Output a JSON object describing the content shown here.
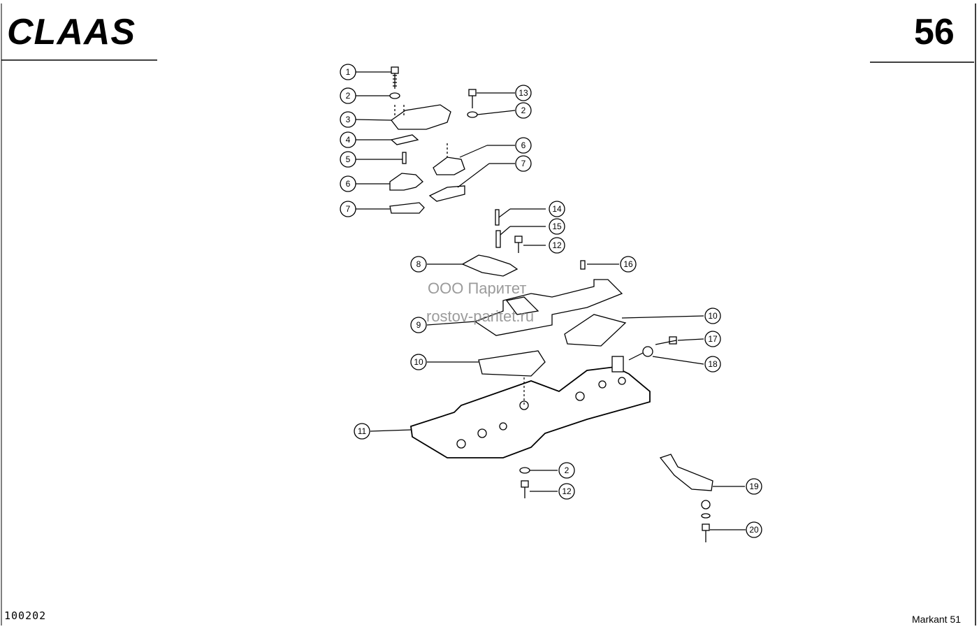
{
  "header": {
    "brand": "CLAAS",
    "page_number": "56"
  },
  "footer": {
    "doc_code": "100202",
    "model": "Markant 51"
  },
  "watermark": {
    "line1": "ООО Паритет",
    "line2": "rostov-paritet.ru"
  },
  "callouts": [
    "1",
    "2",
    "3",
    "4",
    "5",
    "6",
    "7",
    "13",
    "2",
    "6",
    "7",
    "14",
    "15",
    "12",
    "8",
    "16",
    "9",
    "10",
    "17",
    "10",
    "18",
    "11",
    "2",
    "12",
    "19",
    "20"
  ]
}
